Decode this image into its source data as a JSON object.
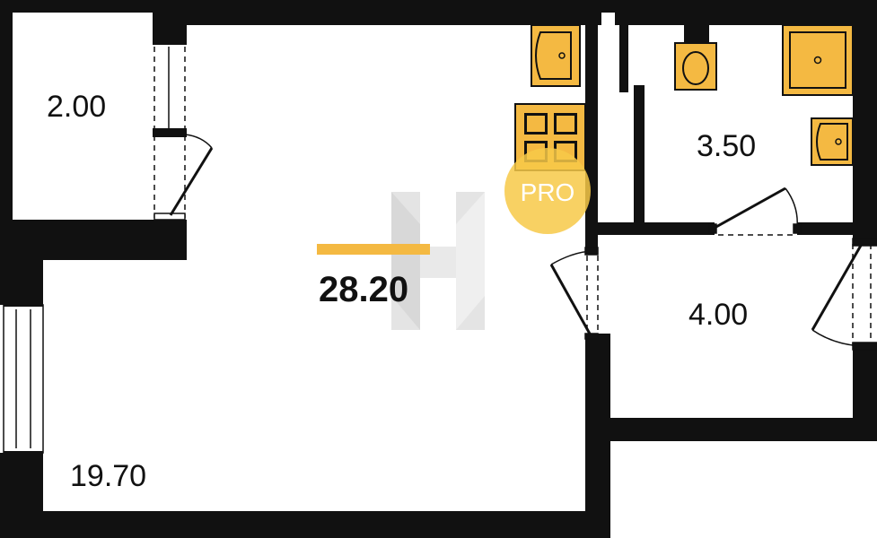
{
  "plan": {
    "total_area": "28.20",
    "rooms": {
      "storage_area": "2.00",
      "bathroom_area": "3.50",
      "hall_area": "4.00",
      "living_area": "19.70"
    },
    "badge_text": "PRO",
    "colors": {
      "wall": "#111111",
      "fixture_fill": "#f4b942",
      "badge": "#f7c948",
      "accent_bar": "#f4b942",
      "watermark": "#cfcfcf"
    }
  }
}
